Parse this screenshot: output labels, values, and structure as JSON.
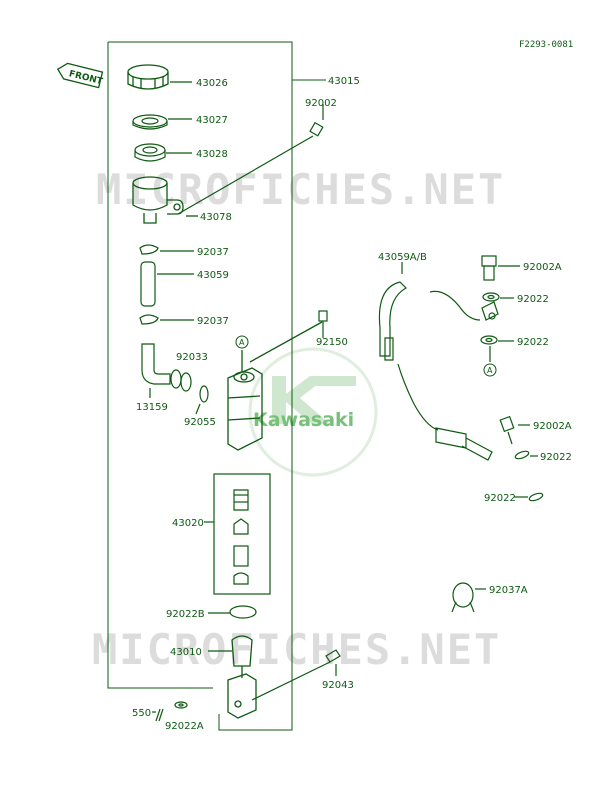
{
  "ref_code": "F2293-0081",
  "front_arrow": "FRONT",
  "watermark": {
    "text": "MICROFICHES.NET",
    "brand": "Kawasaki"
  },
  "circle_label": "A",
  "part_labels": {
    "p43026": "43026",
    "p43015": "43015",
    "p92002": "92002",
    "p43027": "43027",
    "p43028": "43028",
    "p43078": "43078",
    "p92037a": "92037",
    "p43059": "43059",
    "p92037b": "92037",
    "p92033": "92033",
    "p92150": "92150",
    "p13159": "13159",
    "p92055": "92055",
    "p43020": "43020",
    "p92022b": "92022B",
    "p43010": "43010",
    "p92043": "92043",
    "p550": "550",
    "p92022a": "92022A",
    "p43059ab": "43059A/B",
    "p92002a1": "92002A",
    "p92022_1": "92022",
    "p92022_2": "92022",
    "p92002a2": "92002A",
    "p92022_3": "92022",
    "p92022_4": "92022",
    "p92037a_r": "92037A"
  },
  "colors": {
    "ink": "#0e5a12",
    "watermark": "#dcdcdc",
    "brand": "#77c17a"
  }
}
